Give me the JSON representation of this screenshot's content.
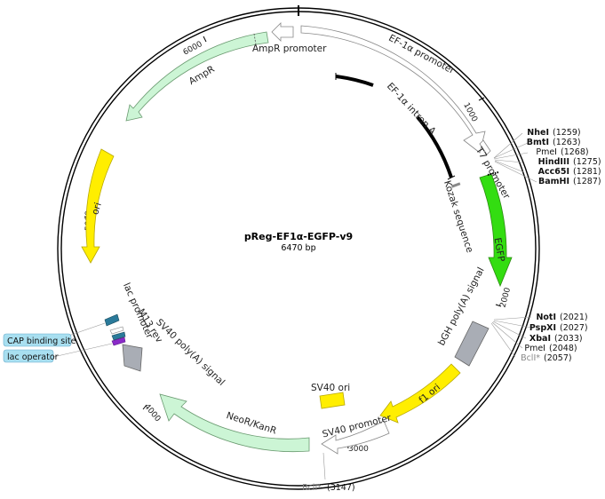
{
  "plasmid": {
    "name": "pReg-EF1α-EGFP-v9",
    "size": "6470 bp"
  },
  "ticks": [
    "1000",
    "2000",
    "3000",
    "4000",
    "5000",
    "6000"
  ],
  "features": [
    {
      "label": "EF-1α promoter",
      "color": "#ffffff"
    },
    {
      "label": "EF-1α intron A",
      "color": "#000000"
    },
    {
      "label": "T7 promoter",
      "color": "#ffffff"
    },
    {
      "label": "Kozak sequence",
      "color": "#888888"
    },
    {
      "label": "EGFP",
      "color": "#33dd11"
    },
    {
      "label": "bGH poly(A) signal",
      "color": "#a9adb5"
    },
    {
      "label": "f1 ori",
      "color": "#ffee00"
    },
    {
      "label": "SV40 ori",
      "color": "#ffee00"
    },
    {
      "label": "SV40 promoter",
      "color": "#ffffff"
    },
    {
      "label": "NeoR/KanR",
      "color": "#ccf5d5"
    },
    {
      "label": "SV40 poly(A) signal",
      "color": "#a9adb5"
    },
    {
      "label": "M13 rev",
      "color": "#2a7a9a"
    },
    {
      "label": "lac promoter",
      "color": "#ffffff"
    },
    {
      "label": "ori",
      "color": "#ffee00"
    },
    {
      "label": "AmpR",
      "color": "#ccf5d5"
    },
    {
      "label": "AmpR promoter",
      "color": "#ffffff"
    }
  ],
  "sites_top": [
    {
      "name": "NheI",
      "pos": "(1259)",
      "bold": true
    },
    {
      "name": "BmtI",
      "pos": "(1263)",
      "bold": true
    },
    {
      "name": "PmeI",
      "pos": "(1268)",
      "bold": false
    },
    {
      "name": "HindIII",
      "pos": "(1275)",
      "bold": true
    },
    {
      "name": "Acc65I",
      "pos": "(1281)",
      "bold": true
    },
    {
      "name": "BamHI",
      "pos": "(1287)",
      "bold": true
    }
  ],
  "sites_mid": [
    {
      "name": "NotI",
      "pos": "(2021)",
      "bold": true
    },
    {
      "name": "PspXI",
      "pos": "(2027)",
      "bold": true
    },
    {
      "name": "XbaI",
      "pos": "(2033)",
      "bold": true
    },
    {
      "name": "PmeI",
      "pos": "(2048)",
      "bold": false
    },
    {
      "name": "BclI*",
      "pos": "(2057)",
      "bold": false,
      "gray": true
    }
  ],
  "site_bottom": {
    "name": "BclI*",
    "pos": "(3147)"
  },
  "callouts": {
    "cap": "CAP binding site",
    "lacop": "lac operator"
  },
  "colors": {
    "callout_bg": "#a8dff0",
    "backbone": "#000000"
  }
}
